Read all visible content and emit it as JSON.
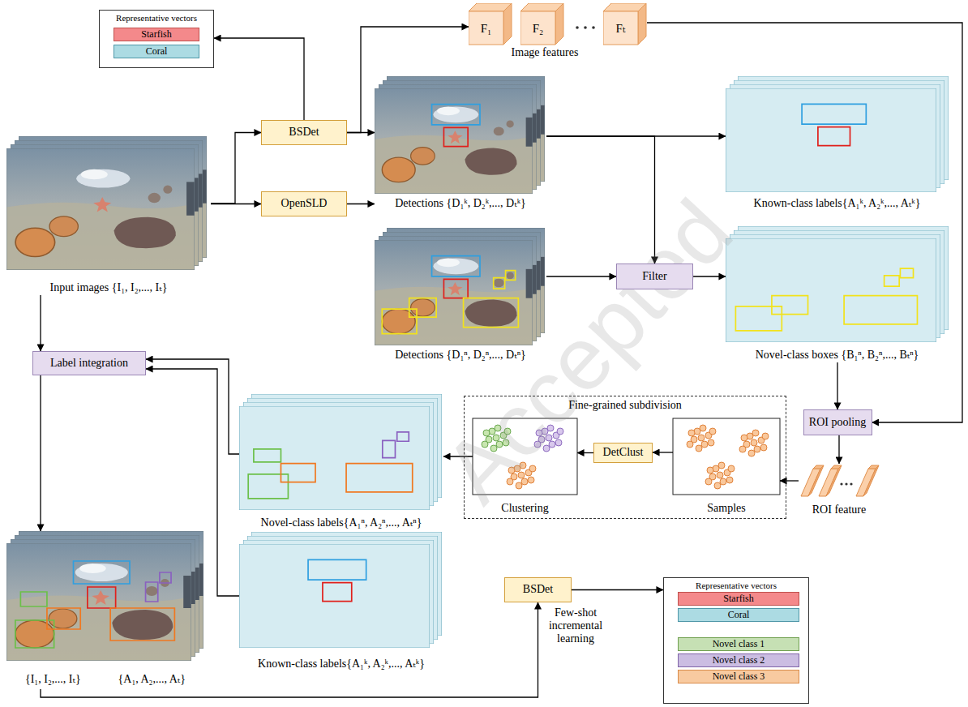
{
  "diagram": {
    "nodes": [
      {
        "text": [
          "Representative vectors"
        ]
      },
      {
        "text": [
          "Starfish"
        ],
        "in": 0
      },
      {
        "text": [
          "Coral"
        ],
        "in": 0
      },
      {
        "text": [
          "F₁"
        ]
      },
      {
        "text": [
          "F₂"
        ]
      },
      {
        "text": [
          "Fₜ"
        ]
      },
      {
        "text": [
          "Input images {I₁, I₂,..., Iₜ}"
        ]
      },
      {
        "text": [
          "BSDet"
        ]
      },
      {
        "text": [
          "OpenSLD"
        ]
      },
      {
        "text": [
          "Detections {D₁ᵏ, D₂ᵏ,..., Dₜᵏ}"
        ]
      },
      {
        "text": [
          "Detections {D₁ⁿ, D₂ⁿ,..., Dₜⁿ}"
        ]
      },
      {
        "text": [
          "Known-class labels{A₁ᵏ, A₂ᵏ,..., Aₜᵏ}"
        ]
      },
      {
        "text": [
          "Filter"
        ]
      },
      {
        "text": [
          "Novel-class boxes {B₁ⁿ, B₂ⁿ,..., Bₜⁿ}"
        ]
      },
      {
        "text": [
          "Fine-grained subdivision"
        ]
      },
      {
        "text": [
          "Clustering"
        ],
        "in": 14
      },
      {
        "text": [
          "DetClust"
        ],
        "in": 14
      },
      {
        "text": [
          "Samples"
        ],
        "in": 14
      },
      {
        "text": [
          "ROI pooling"
        ]
      },
      {
        "text": [
          "ROI feature"
        ]
      },
      {
        "text": [
          "Label integration"
        ]
      },
      {
        "text": [
          "Novel-class labels{A₁ⁿ, A₂ⁿ,..., Aₜⁿ}"
        ]
      },
      {
        "text": [
          "{I₁, I₂,..., Iₜ}",
          "{A₁, A₂,..., Aₜ}"
        ]
      },
      {
        "text": [
          "Known-class labels{A₁ᵏ, A₂ᵏ,..., Aₜᵏ}"
        ]
      },
      {
        "text": [
          "BSDet"
        ]
      },
      {
        "text": [
          "Representative vectors"
        ]
      },
      {
        "text": [
          "Starfish"
        ],
        "in": 25
      },
      {
        "text": [
          "Coral"
        ],
        "in": 25
      },
      {
        "text": [
          "Novel class 1"
        ],
        "in": 25
      },
      {
        "text": [
          "Novel class 2"
        ],
        "in": 25
      },
      {
        "text": [
          "Novel class 3"
        ],
        "in": 25
      }
    ],
    "edges": [
      {
        "from": 6,
        "to": 7,
        "arrow": "to"
      },
      {
        "from": 6,
        "to": 8,
        "arrow": "to"
      },
      {
        "from": 7,
        "to": 0,
        "arrow": "to"
      },
      {
        "from": 7,
        "to": 3,
        "arrow": "to"
      },
      {
        "from": 7,
        "to": 9,
        "arrow": "to"
      },
      {
        "from": 8,
        "to": 10,
        "arrow": "to"
      },
      {
        "from": 9,
        "to": 11,
        "arrow": "to"
      },
      {
        "from": 9,
        "to": 12,
        "arrow": "to"
      },
      {
        "from": 10,
        "to": 12,
        "arrow": "to"
      },
      {
        "from": 12,
        "to": 13,
        "arrow": "to"
      },
      {
        "from": 13,
        "to": 18,
        "arrow": "to"
      },
      {
        "from": 5,
        "to": 18,
        "arrow": "to"
      },
      {
        "from": 18,
        "to": 19,
        "arrow": "to"
      },
      {
        "from": 19,
        "to": 17,
        "arrow": "to"
      },
      {
        "from": 17,
        "to": 16,
        "arrow": "to"
      },
      {
        "from": 16,
        "to": 15,
        "arrow": "to"
      },
      {
        "from": 15,
        "to": 21,
        "arrow": "to"
      },
      {
        "from": 21,
        "to": 20,
        "arrow": "to"
      },
      {
        "from": 23,
        "to": 20,
        "arrow": "to"
      },
      {
        "from": 6,
        "to": 20,
        "arrow": "to"
      },
      {
        "from": 20,
        "to": 22,
        "arrow": "to"
      },
      {
        "from": 22,
        "to": 24,
        "arrow": "to"
      },
      {
        "from": 24,
        "to": 25,
        "arrow": "to"
      }
    ],
    "labels": [
      "Image features",
      "Few-shot incremental learning",
      "Accepted"
    ]
  }
}
